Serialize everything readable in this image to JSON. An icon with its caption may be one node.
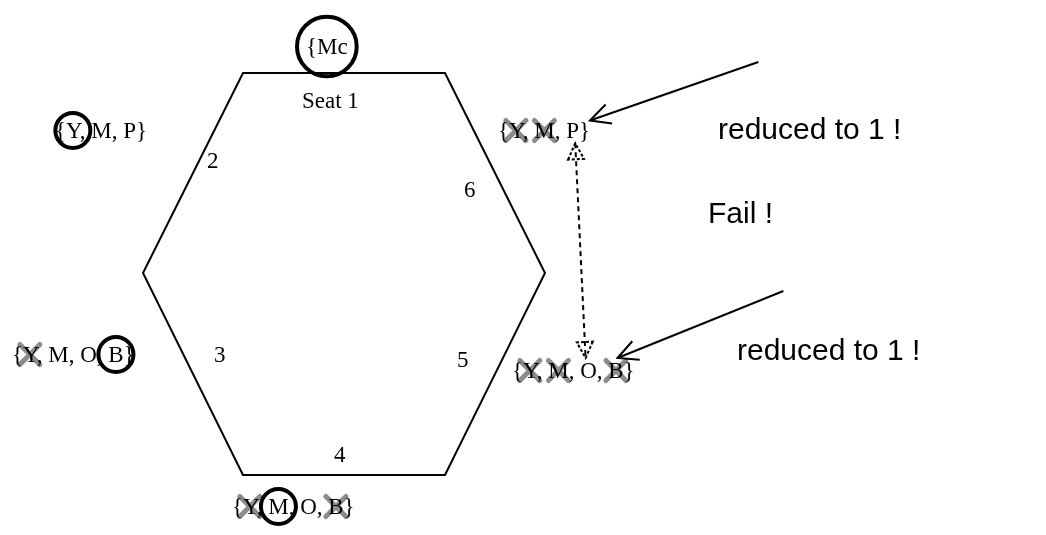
{
  "diagram": {
    "nodes": [
      {
        "text": [
          "{Mc"
        ]
      },
      {
        "text": [
          "{Y, M, P}"
        ]
      },
      {
        "text": [
          "{Y, M, P}"
        ]
      },
      {
        "text": [
          "reduced to 1 !"
        ]
      },
      {
        "text": [
          "{Y, M, O, B}"
        ]
      },
      {
        "text": [
          "{Y, M, O, B}"
        ]
      },
      {
        "text": [
          "reduced to 1 !"
        ]
      },
      {
        "text": [
          "{Y, M, O, B}"
        ]
      }
    ],
    "edges": [
      {
        "from": 3,
        "to": 2,
        "arrow": "to"
      },
      {
        "from": 6,
        "to": 5,
        "arrow": "to"
      },
      {
        "from": 2,
        "to": 5,
        "arrow": "both",
        "style": "dashed"
      }
    ],
    "labels": [
      "Seat 1",
      "2",
      "6",
      "Fail !",
      "3",
      "5",
      "4"
    ]
  }
}
